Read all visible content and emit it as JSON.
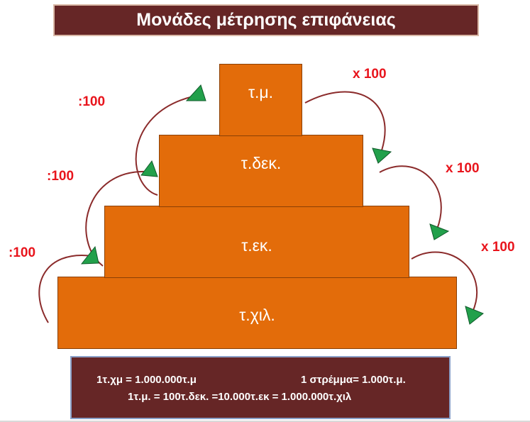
{
  "title": "Μονάδες μέτρησης επιφάνειας",
  "steps": [
    {
      "label": "τ.μ."
    },
    {
      "label": "τ.δεκ."
    },
    {
      "label": "τ.εκ."
    },
    {
      "label": "τ.χιλ."
    }
  ],
  "operations": {
    "divide": [
      ":100",
      ":100",
      ":100"
    ],
    "multiply": [
      "x 100",
      "x 100",
      "x 100"
    ]
  },
  "info": {
    "line1_left": "1τ.χμ = 1.000.000τ.μ",
    "line1_right": "1 στρέμμα= 1.000τ.μ.",
    "line2": "1τ.μ. = 100τ.δεκ. =10.000τ.εκ = 1.000.000τ.χιλ"
  },
  "colors": {
    "step_fill": "#e36c0a",
    "banner_fill": "#662626",
    "operation_text": "#e8141c",
    "arrow_curve": "#8b2b2b",
    "arrow_head": "#22a04b"
  }
}
